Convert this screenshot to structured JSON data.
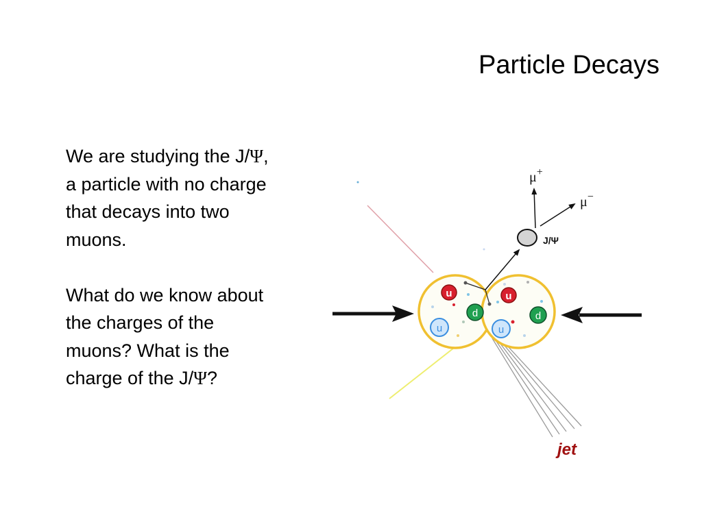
{
  "title": "Particle Decays",
  "paragraphs": [
    {
      "lines": [
        {
          "pre": "We are studying the J/",
          "sym": "Ψ",
          "post": ","
        },
        {
          "pre": "a particle with no charge"
        },
        {
          "pre": "that decays into two"
        },
        {
          "pre": "muons."
        }
      ]
    },
    {
      "lines": [
        {
          "pre": "What do we know about"
        },
        {
          "pre": "the charges of the"
        },
        {
          "pre": "muons? What is the"
        },
        {
          "pre": "charge of the J/",
          "sym": "Ψ",
          "post": "?"
        }
      ]
    }
  ],
  "diagram": {
    "mu_plus": {
      "base": "μ",
      "sup": "+"
    },
    "mu_minus": {
      "base": "μ",
      "sup": "−"
    },
    "jpsi_label": "J/Ψ",
    "quarks": {
      "up": "u",
      "down": "d"
    },
    "jet_label": "jet",
    "colors": {
      "proton_outline": "#f0c030",
      "proton_fill": "#fdfdf5",
      "up_red": "#d8202e",
      "up_blue": "#3a8ee0",
      "up_blue_fill": "#cfe6fb",
      "down_green": "#20a050",
      "jpsi_fill": "#d4d4d4",
      "jet_text": "#a01010",
      "pink_line": "#e0a0a8",
      "yellow_line": "#eeee70"
    }
  }
}
